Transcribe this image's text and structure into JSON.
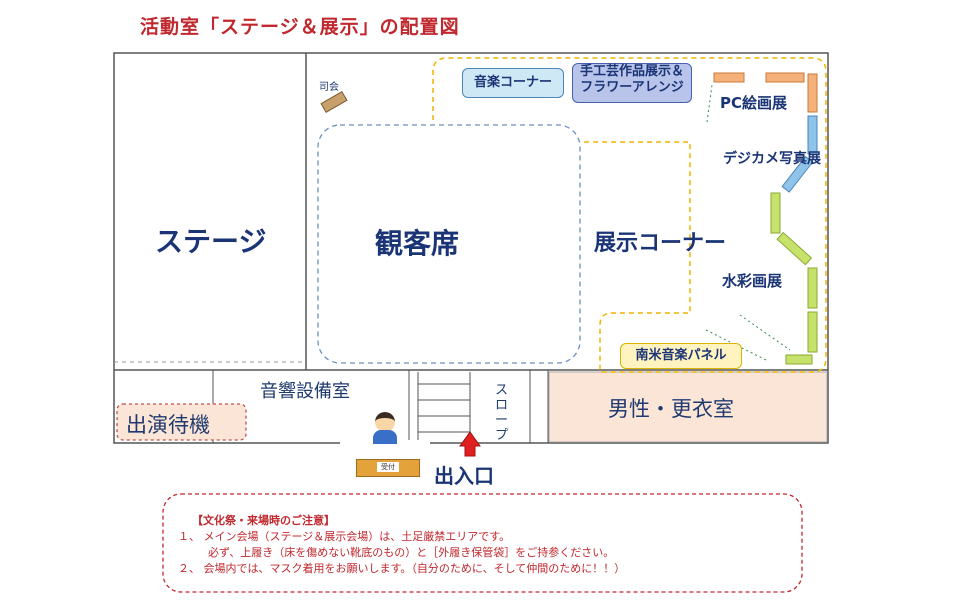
{
  "title": "活動室「ステージ＆展示」の配置図",
  "areas": {
    "stage": "ステージ",
    "audience": "観客席",
    "exhibit_corner": "展示コーナー",
    "mc": "司会",
    "music_corner": "音楽コーナー",
    "crafts": "手工芸作品展示＆\nフラワーアレンジ",
    "pc_art": "PC絵画展",
    "digicam": "デジカメ写真展",
    "watercolor": "水彩画展",
    "nanbei_panel": "南米音楽パネル",
    "sound_room": "音響設備室",
    "slope": "スロープ",
    "dressing_room": "男性・更衣室",
    "waiting": "出演待機",
    "reception": "受付",
    "entrance": "出入口"
  },
  "notice": {
    "heading": "【文化祭・来場時のご注意】",
    "line1": "１、 メイン会場（ステージ＆展示会場）は、土足厳禁エリアです。",
    "line2": "必ず、上履き（床を傷めない靴底のもの）と［外履き保管袋］をご持参ください。",
    "line3": "２、 会場内では、マスク着用をお願いします。（自分のために、そして仲間のために！！）"
  },
  "colors": {
    "title": "#c0282e",
    "wall": "#555555",
    "dash_blue": "#6a8fc0",
    "dash_yellow": "#f0b400",
    "orange_panel": "#f4b27a",
    "blue_panel": "#8fc3ea",
    "green_panel": "#c6e26a",
    "dressing_bg": "#fbe5d6",
    "waiting_border": "#c0504d"
  }
}
